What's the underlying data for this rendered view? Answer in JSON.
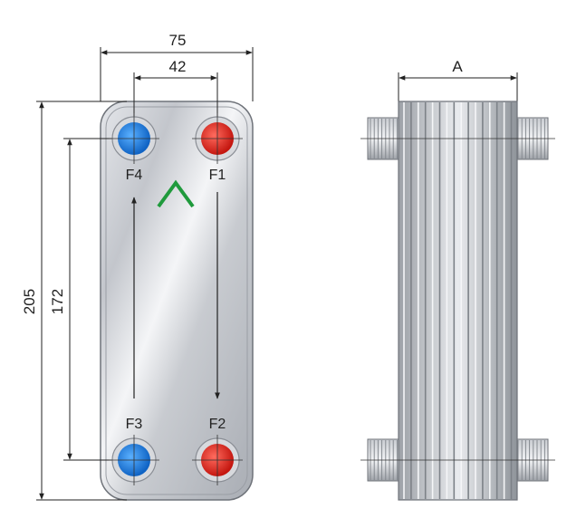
{
  "front_view": {
    "dimensions": {
      "overall_width": "75",
      "port_spacing_horizontal": "42",
      "overall_height": "205",
      "port_spacing_vertical": "172"
    },
    "ports": [
      {
        "label": "F4",
        "color": "#1e88e5",
        "role": "blue"
      },
      {
        "label": "F1",
        "color": "#e53935",
        "role": "red"
      },
      {
        "label": "F3",
        "color": "#1e88e5",
        "role": "blue"
      },
      {
        "label": "F2",
        "color": "#e53935",
        "role": "red"
      }
    ],
    "chevron_color": "#1f9a3c"
  },
  "side_view": {
    "dimension_label": "A"
  }
}
